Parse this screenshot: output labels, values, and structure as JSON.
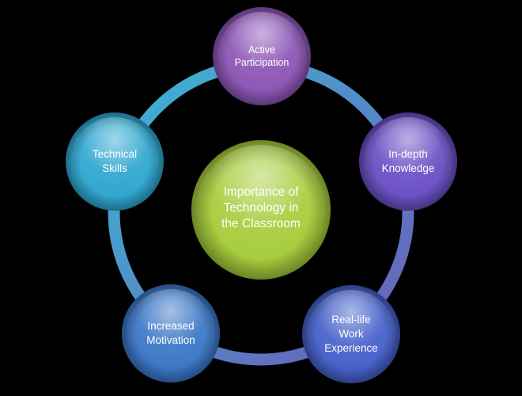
{
  "diagram": {
    "center": {
      "lines": [
        "Importance of",
        "Technology in",
        "the Classroom"
      ],
      "color": "#a6cc3a"
    },
    "nodes": [
      {
        "id": "active-participation",
        "lines": [
          "Active",
          "Participation"
        ],
        "color": "#8c55b5"
      },
      {
        "id": "in-depth-knowledge",
        "lines": [
          "In-depth",
          "Knowledge"
        ],
        "color": "#6a4fc4"
      },
      {
        "id": "real-life-work-experience",
        "lines": [
          "Real-life",
          "Work",
          "Experience"
        ],
        "color": "#4460c9"
      },
      {
        "id": "increased-motivation",
        "lines": [
          "Increased",
          "Motivation"
        ],
        "color": "#3a76c6"
      },
      {
        "id": "technical-skills",
        "lines": [
          "Technical",
          "Skills"
        ],
        "color": "#2ea6cf"
      }
    ],
    "ring": {
      "top_color": "#3ab8d4",
      "bottom_color": "#6c5cb8"
    }
  }
}
